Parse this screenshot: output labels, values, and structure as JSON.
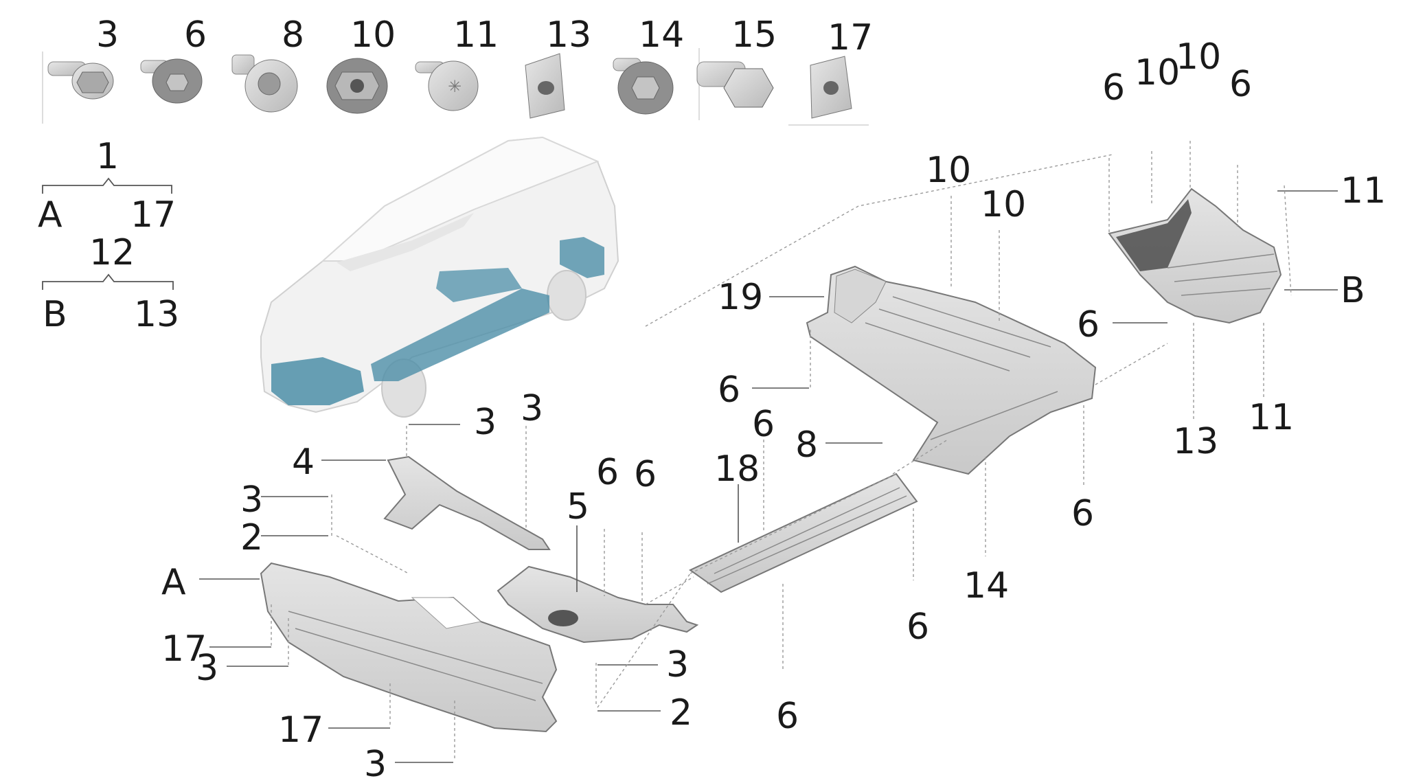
{
  "hardware": {
    "items": [
      "3",
      "6",
      "8",
      "10",
      "11",
      "13",
      "14",
      "15",
      "17"
    ]
  },
  "kits": [
    {
      "id": "1",
      "left": "A",
      "right": "17"
    },
    {
      "id": "12",
      "left": "B",
      "right": "13"
    }
  ],
  "vehicle": {
    "highlight_color": "#4d8fa8",
    "body_color": "#f2f2f2"
  },
  "callouts": {
    "rear_6a": "6",
    "rear_10a": "10",
    "rear_10b": "10",
    "rear_6b": "6",
    "rear_11a": "11",
    "rear_b": "B",
    "rear_6c": "6",
    "rear_13": "13",
    "rear_11b": "11",
    "mid_10a": "10",
    "mid_10b": "10",
    "mid_19": "19",
    "mid_6a": "6",
    "mid_8": "8",
    "mid_6b": "6",
    "mid_14": "14",
    "s18": "18",
    "s6a": "6",
    "s6b": "6",
    "s6c": "6",
    "f3a": "3",
    "f3b": "3",
    "f4": "4",
    "f3c": "3",
    "f2a": "2",
    "f5": "5",
    "f6a": "6",
    "f6b": "6",
    "fA": "A",
    "f17a": "17",
    "f3d": "3",
    "f3e": "3",
    "f2b": "2",
    "f17b": "17",
    "f3f": "3"
  }
}
